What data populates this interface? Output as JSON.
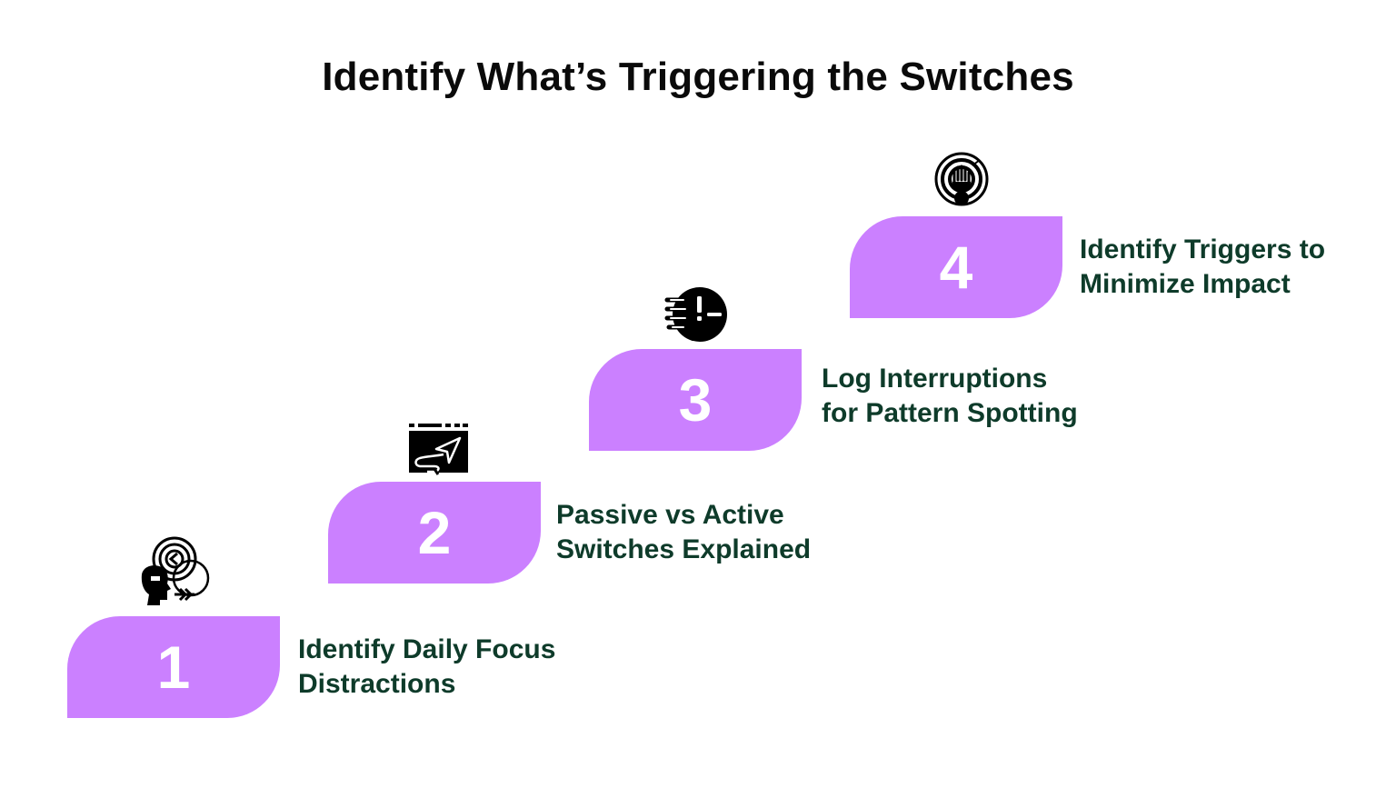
{
  "title": "Identify What’s Triggering the Switches",
  "colors": {
    "block": "#CB80FF",
    "text": "#0E3B2A",
    "number": "#FFFFFF",
    "title": "#0A0A0A"
  },
  "steps": [
    {
      "number": "1",
      "line1": "Identify Daily Focus",
      "line2": "Distractions",
      "icon": "head-target-arrow-icon"
    },
    {
      "number": "2",
      "line1": "Passive vs Active",
      "line2": "Switches Explained",
      "icon": "route-board-icon"
    },
    {
      "number": "3",
      "line1": "Log Interruptions",
      "line2": "for Pattern Spotting",
      "icon": "speed-alert-icon"
    },
    {
      "number": "4",
      "line1": "Identify Triggers to",
      "line2": "Minimize Impact",
      "icon": "hand-target-icon"
    }
  ]
}
